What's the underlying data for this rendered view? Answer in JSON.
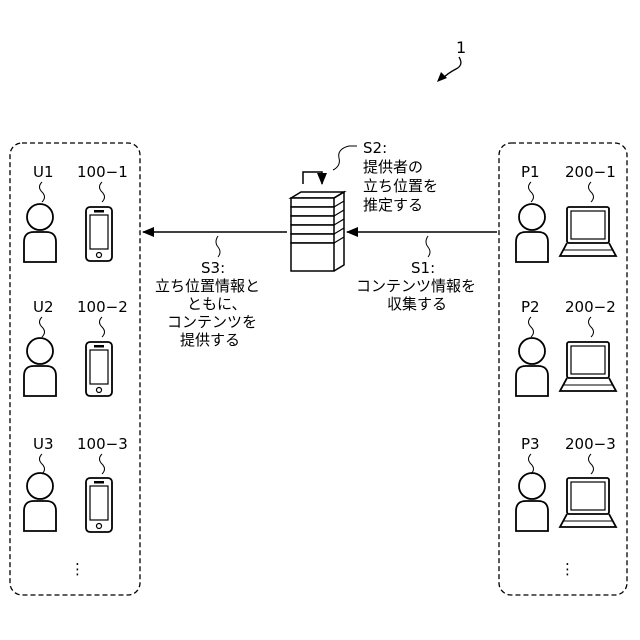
{
  "figure": {
    "system_ref": "1"
  },
  "server": {
    "step_text": [
      "S2:",
      "提供者の",
      "立ち位置を",
      "推定する"
    ]
  },
  "users": [
    {
      "id": "U1",
      "device": "100−1"
    },
    {
      "id": "U2",
      "device": "100−2"
    },
    {
      "id": "U3",
      "device": "100−3"
    }
  ],
  "users_more": "⋮",
  "providers": [
    {
      "id": "P1",
      "device": "200−1"
    },
    {
      "id": "P2",
      "device": "200−2"
    },
    {
      "id": "P3",
      "device": "200−3"
    }
  ],
  "providers_more": "⋮",
  "flows": {
    "s1": [
      "S1:",
      "コンテンツ情報を",
      "収集する"
    ],
    "s3": [
      "S3:",
      "立ち位置情報と",
      "ともに、",
      "コンテンツを",
      "提供する"
    ]
  },
  "colors": {
    "line": "#000000",
    "background": "#ffffff"
  },
  "icons": {
    "server": "server-stack-icon",
    "person": "person-icon",
    "smartphone": "smartphone-icon",
    "laptop": "laptop-icon"
  }
}
